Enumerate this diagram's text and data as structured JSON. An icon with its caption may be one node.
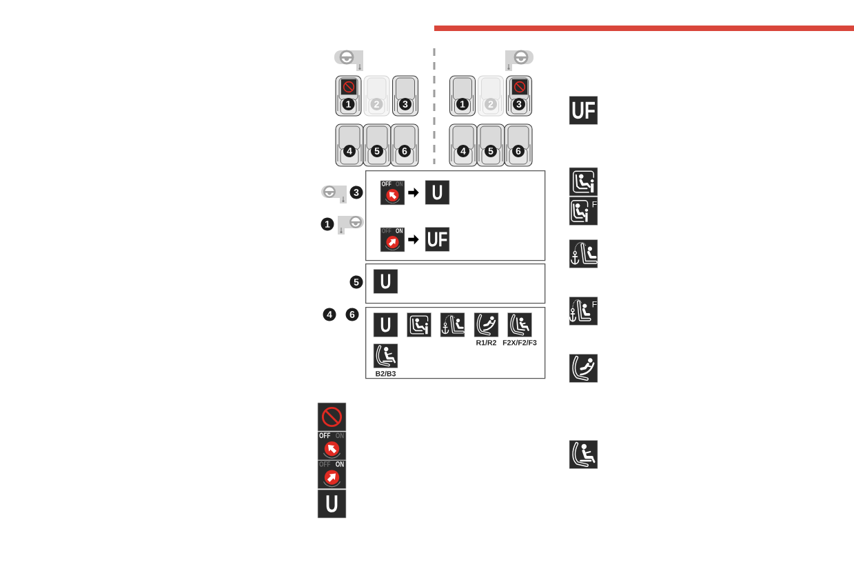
{
  "diagram": {
    "nodes": [
      {
        "text": [],
        "shape": "box"
      },
      {
        "text": [
          "OFF",
          "ON"
        ],
        "in": 0
      },
      {
        "text": [
          "U"
        ],
        "in": 0
      },
      {
        "text": [
          "OFF",
          "ON"
        ],
        "in": 0
      },
      {
        "text": [
          "UF"
        ],
        "in": 0
      },
      {
        "text": [],
        "shape": "box"
      },
      {
        "text": [
          "U"
        ],
        "in": 5
      },
      {
        "text": [],
        "shape": "box"
      },
      {
        "text": [
          "U"
        ],
        "in": 7
      },
      {
        "text": [],
        "shape": "picture",
        "in": 7
      },
      {
        "text": [],
        "shape": "picture",
        "in": 7
      },
      {
        "text": [],
        "shape": "picture",
        "in": 7,
        "beside": [
          "R1/R2"
        ]
      },
      {
        "text": [],
        "shape": "picture",
        "in": 7,
        "beside": [
          "F2X/F2/F3"
        ]
      },
      {
        "text": [],
        "shape": "picture",
        "in": 7,
        "beside": [
          "B2/B3"
        ]
      },
      {
        "text": [],
        "shape": "picture"
      },
      {
        "text": [
          "OFF",
          "ON"
        ]
      },
      {
        "text": [
          "OFF",
          "ON"
        ]
      },
      {
        "text": [
          "U"
        ]
      },
      {
        "text": [
          "UF"
        ]
      },
      {
        "text": [],
        "shape": "picture"
      },
      {
        "text": [
          "F"
        ]
      },
      {
        "text": [],
        "shape": "picture"
      },
      {
        "text": [
          "F"
        ]
      },
      {
        "text": [],
        "shape": "picture"
      },
      {
        "text": [],
        "shape": "picture"
      }
    ],
    "edges": [
      {
        "from": 1,
        "to": 2,
        "arrow": "to"
      },
      {
        "from": 3,
        "to": 4,
        "arrow": "to"
      }
    ],
    "labels": [
      "1",
      "2",
      "3",
      "4",
      "5",
      "6",
      "1",
      "2",
      "3",
      "4",
      "5",
      "6",
      "3",
      "1",
      "5",
      "4",
      "6"
    ]
  }
}
